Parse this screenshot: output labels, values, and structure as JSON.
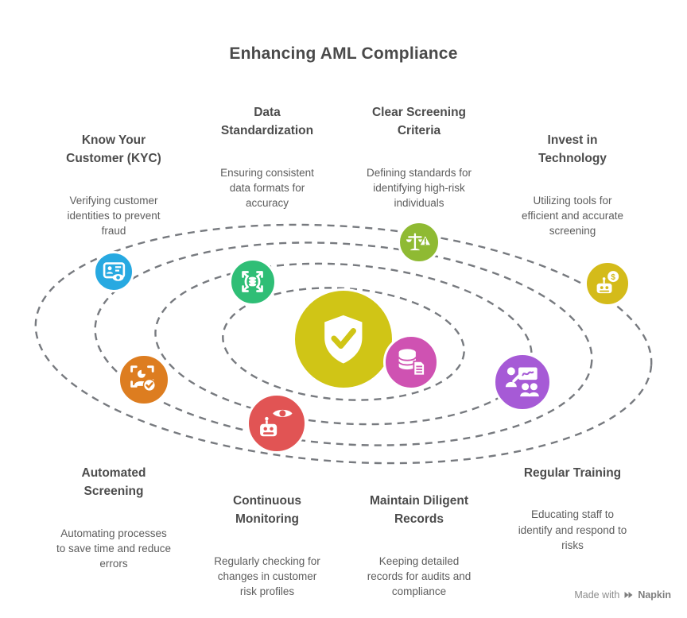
{
  "title": "Enhancing AML Compliance",
  "center": {
    "icon": "shield-check-icon",
    "color": "#d0c516"
  },
  "nodes": [
    {
      "id": "kyc",
      "title": "Know Your\nCustomer (KYC)",
      "description": "Verifying customer\nidentities to prevent\nfraud",
      "color": "#27a9e1",
      "icon": "id-card-eye-icon"
    },
    {
      "id": "data-standardization",
      "title": "Data\nStandardization",
      "description": "Ensuring consistent\ndata formats for\naccuracy",
      "color": "#2fbe76",
      "icon": "data-expand-icon"
    },
    {
      "id": "clear-screening-criteria",
      "title": "Clear Screening\nCriteria",
      "description": "Defining standards for\nidentifying high-risk\nindividuals",
      "color": "#8fba33",
      "icon": "scale-alert-icon"
    },
    {
      "id": "invest-in-technology",
      "title": "Invest in\nTechnology",
      "description": "Utilizing tools for\nefficient and accurate\nscreening",
      "color": "#d4bb1a",
      "icon": "robot-dollar-icon"
    },
    {
      "id": "automated-screening",
      "title": "Automated\nScreening",
      "description": "Automating processes\nto save time and reduce\nerrors",
      "color": "#dd7d20",
      "icon": "person-scan-check-icon"
    },
    {
      "id": "continuous-monitoring",
      "title": "Continuous\nMonitoring",
      "description": "Regularly checking for\nchanges in customer\nrisk profiles",
      "color": "#e15454",
      "icon": "eye-robot-icon"
    },
    {
      "id": "maintain-diligent-records",
      "title": "Maintain Diligent\nRecords",
      "description": "Keeping detailed\nrecords for audits and\ncompliance",
      "color": "#cf52b2",
      "icon": "database-document-icon"
    },
    {
      "id": "regular-training",
      "title": "Regular Training",
      "description": "Educating staff to\nidentify and respond to\nrisks",
      "color": "#a65ad6",
      "icon": "training-presentation-icon"
    }
  ],
  "watermark": {
    "prefix": "Made with",
    "brand": "Napkin"
  }
}
